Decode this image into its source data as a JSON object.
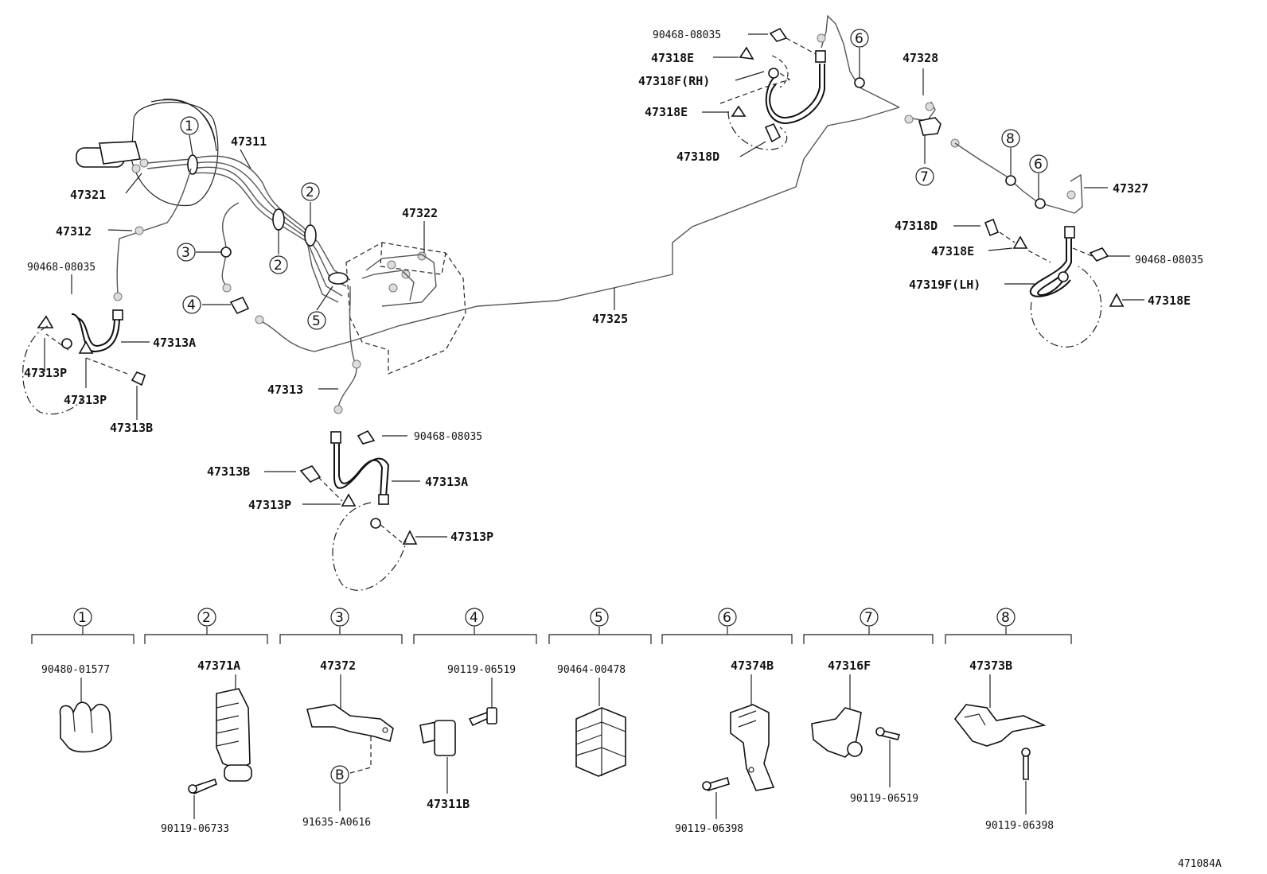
{
  "diagram_id": "471084A",
  "labels": {
    "l_47311": "47311",
    "l_47321": "47321",
    "l_47312": "47312",
    "l_90468_a": "90468-08035",
    "l_47313A_a": "47313A",
    "l_47313P_a": "47313P",
    "l_47313P_b": "47313P",
    "l_47313B_a": "47313B",
    "l_47322": "47322",
    "l_47313": "47313",
    "l_90468_b": "90468-08035",
    "l_47313B_b": "47313B",
    "l_47313A_b": "47313A",
    "l_47313P_c": "47313P",
    "l_47313P_d": "47313P",
    "l_47325": "47325",
    "l_90468_c": "90468-08035",
    "l_47318E_a": "47318E",
    "l_47318F": "47318F(RH)",
    "l_47318E_b": "47318E",
    "l_47318D_a": "47318D",
    "l_47328": "47328",
    "l_47327": "47327",
    "l_47318D_b": "47318D",
    "l_47318E_c": "47318E",
    "l_90468_d": "90468-08035",
    "l_47319F": "47319F(LH)",
    "l_47318E_d": "47318E"
  },
  "refs": {
    "r1": "1",
    "r2a": "2",
    "r2b": "2",
    "r3": "3",
    "r4": "4",
    "r5": "5",
    "r6a": "6",
    "r6b": "6",
    "r7": "7",
    "r8": "8"
  },
  "details": [
    {
      "ref": "1",
      "parts": [
        "90480-01577"
      ]
    },
    {
      "ref": "2",
      "parts": [
        "47371A",
        "90119-06733"
      ]
    },
    {
      "ref": "3",
      "parts": [
        "47372",
        "91635-A0616"
      ],
      "callout": "B"
    },
    {
      "ref": "4",
      "parts": [
        "90119-06519",
        "47311B"
      ]
    },
    {
      "ref": "5",
      "parts": [
        "90464-00478"
      ]
    },
    {
      "ref": "6",
      "parts": [
        "47374B",
        "90119-06398"
      ]
    },
    {
      "ref": "7",
      "parts": [
        "47316F",
        "90119-06519"
      ]
    },
    {
      "ref": "8",
      "parts": [
        "47373B",
        "90119-06398"
      ]
    }
  ]
}
